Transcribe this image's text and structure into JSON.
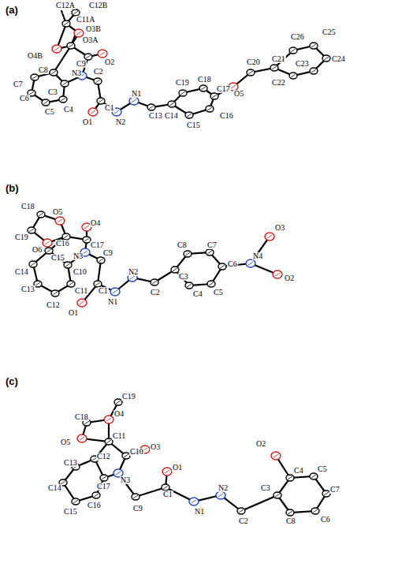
{
  "diagram": {
    "labels": [
      "(a)",
      "C12A",
      "C12B",
      "C11A",
      "O3B",
      "O3A",
      "O4B",
      "C9",
      "O2",
      "C8",
      "N3",
      "C2",
      "C7",
      "C6",
      "C3",
      "C5",
      "C4",
      "C1",
      "O1",
      "N2",
      "N1",
      "C13",
      "C19",
      "C14",
      "C18",
      "C17",
      "O5",
      "C20",
      "C21",
      "C26",
      "C25",
      "C23",
      "C24",
      "C22",
      "C16",
      "C15",
      "(b)",
      "C18",
      "O5",
      "O4",
      "C19",
      "C16",
      "C17",
      "O6",
      "C15",
      "N3",
      "C9",
      "C14",
      "C10",
      "C13",
      "C11",
      "C12",
      "O1",
      "C1",
      "N1",
      "N2",
      "C2",
      "C8",
      "C7",
      "C6",
      "N4",
      "O3",
      "O2",
      "C3",
      "C5",
      "C4",
      "(c)",
      "C19",
      "O4",
      "C18",
      "O5",
      "C11",
      "C10",
      "O3",
      "C12",
      "C13",
      "C14",
      "C17",
      "N3",
      "C16",
      "C15",
      "C9",
      "O1",
      "C1",
      "N1",
      "N2",
      "C2",
      "O2",
      "C3",
      "C4",
      "C5",
      "C7",
      "C6",
      "C8"
    ]
  }
}
